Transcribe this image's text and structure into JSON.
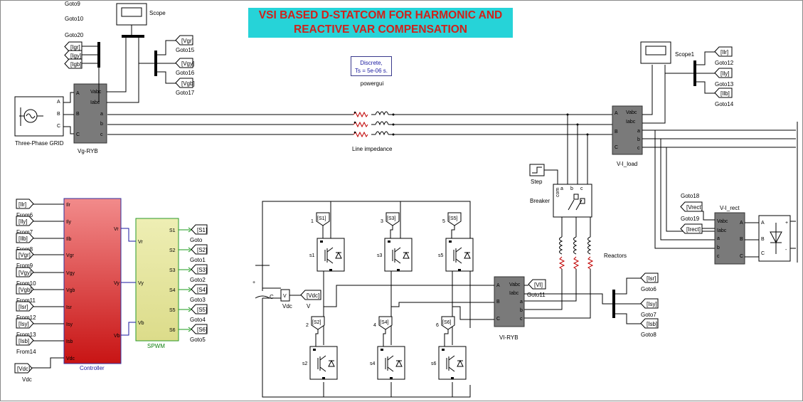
{
  "title": {
    "line1": "VSI BASED D-STATCOM FOR HARMONIC AND",
    "line2": "REACTIVE VAR COMPENSATION"
  },
  "powergui": {
    "line1": "Discrete,",
    "line2": "Ts = 5e-06 s.",
    "label": "powergui"
  },
  "colors": {
    "title_bg": "#26d3d8",
    "title_text": "#d0221b",
    "controller": "#e63c3c",
    "spwm": "#e6e6a0",
    "meas_block": "#7a7a7a"
  },
  "labels": {
    "scope": "Scope",
    "scope1": "Scope1",
    "grid": "Three-Phase GRID",
    "vg_ryb": "Vg-RYB",
    "line_impedance": "Line impedance",
    "vi_load": "V-I_load",
    "step": "Step",
    "breaker": "Breaker",
    "reactors": "Reactors",
    "vi_rect": "V-I_rect",
    "vi_ryb": "VI-RYB",
    "controller": "Controller",
    "spwm": "SPWM",
    "vdc": "Vdc",
    "v": "V",
    "c": "C"
  },
  "switches": [
    {
      "num": "1",
      "tag": "[S1]",
      "name": "s1"
    },
    {
      "num": "3",
      "tag": "[S3]",
      "name": "s3"
    },
    {
      "num": "5",
      "tag": "[S5]",
      "name": "s5"
    },
    {
      "num": "2",
      "tag": "[S2]",
      "name": "s2"
    },
    {
      "num": "4",
      "tag": "[S4]",
      "name": "s4"
    },
    {
      "num": "6",
      "tag": "[S6]",
      "name": "s6"
    }
  ],
  "goto_tags": [
    {
      "tag": "[Igr]",
      "name": "Goto9"
    },
    {
      "tag": "[Igy]",
      "name": "Goto10"
    },
    {
      "tag": "[Igb]",
      "name": "Goto20"
    },
    {
      "tag": "[Vgr]",
      "name": "Goto15"
    },
    {
      "tag": "[Vgy]",
      "name": "Goto16"
    },
    {
      "tag": "[Vgb]",
      "name": "Goto17"
    },
    {
      "tag": "[Ilr]",
      "name": "Goto12"
    },
    {
      "tag": "[Ily]",
      "name": "Goto13"
    },
    {
      "tag": "[Ilb]",
      "name": "Goto14"
    },
    {
      "tag": "[Vrect]",
      "name": "Goto18"
    },
    {
      "tag": "[Irect]",
      "name": "Goto19"
    },
    {
      "tag": "[S1]",
      "name": "Goto"
    },
    {
      "tag": "[S2]",
      "name": "Goto1"
    },
    {
      "tag": "[S3]",
      "name": "Goto2"
    },
    {
      "tag": "[S4]",
      "name": "Goto3"
    },
    {
      "tag": "[S5]",
      "name": "Goto4"
    },
    {
      "tag": "[S6]",
      "name": "Goto5"
    },
    {
      "tag": "[Isr]",
      "name": "Goto6"
    },
    {
      "tag": "[Isy]",
      "name": "Goto7"
    },
    {
      "tag": "[Isb]",
      "name": "Goto8"
    },
    {
      "tag": "[VI]",
      "name": "Goto11"
    },
    {
      "tag": "[Vdc]",
      "name": "V"
    }
  ],
  "from_tags": [
    {
      "tag": "[Ilr]",
      "name": "From6"
    },
    {
      "tag": "[Ily]",
      "name": "From7"
    },
    {
      "tag": "[Ilb]",
      "name": "From8"
    },
    {
      "tag": "[Vgr]",
      "name": "From9"
    },
    {
      "tag": "[Vgy]",
      "name": "From10"
    },
    {
      "tag": "[Vgb]",
      "name": "From11"
    },
    {
      "tag": "[Isr]",
      "name": "From12"
    },
    {
      "tag": "[Isy]",
      "name": "From13"
    },
    {
      "tag": "[Isb]",
      "name": "From14"
    },
    {
      "tag": "[Vdc]",
      "name": "Vdc"
    }
  ],
  "controller_ports": {
    "inputs": [
      "Ilr",
      "Ily",
      "Ilb",
      "Vgr",
      "Vgy",
      "Vgb",
      "Isr",
      "Isy",
      "Isb",
      "Vdc"
    ],
    "outputs": [
      "Vr",
      "Vy",
      "Vb"
    ]
  },
  "spwm_ports": {
    "inputs": [
      "Vr",
      "Vy",
      "Vb"
    ],
    "outputs": [
      "S1",
      "S2",
      "S3",
      "S4",
      "S5",
      "S6"
    ]
  },
  "meas_ports": {
    "left": [
      "A",
      "B",
      "C"
    ],
    "right_ab": [
      "a",
      "b",
      "c"
    ],
    "vabc": "Vabc",
    "iabc": "Iabc"
  },
  "misc": {
    "breaker_com": "com",
    "rect_plus": "+",
    "rect_minus": "-"
  }
}
